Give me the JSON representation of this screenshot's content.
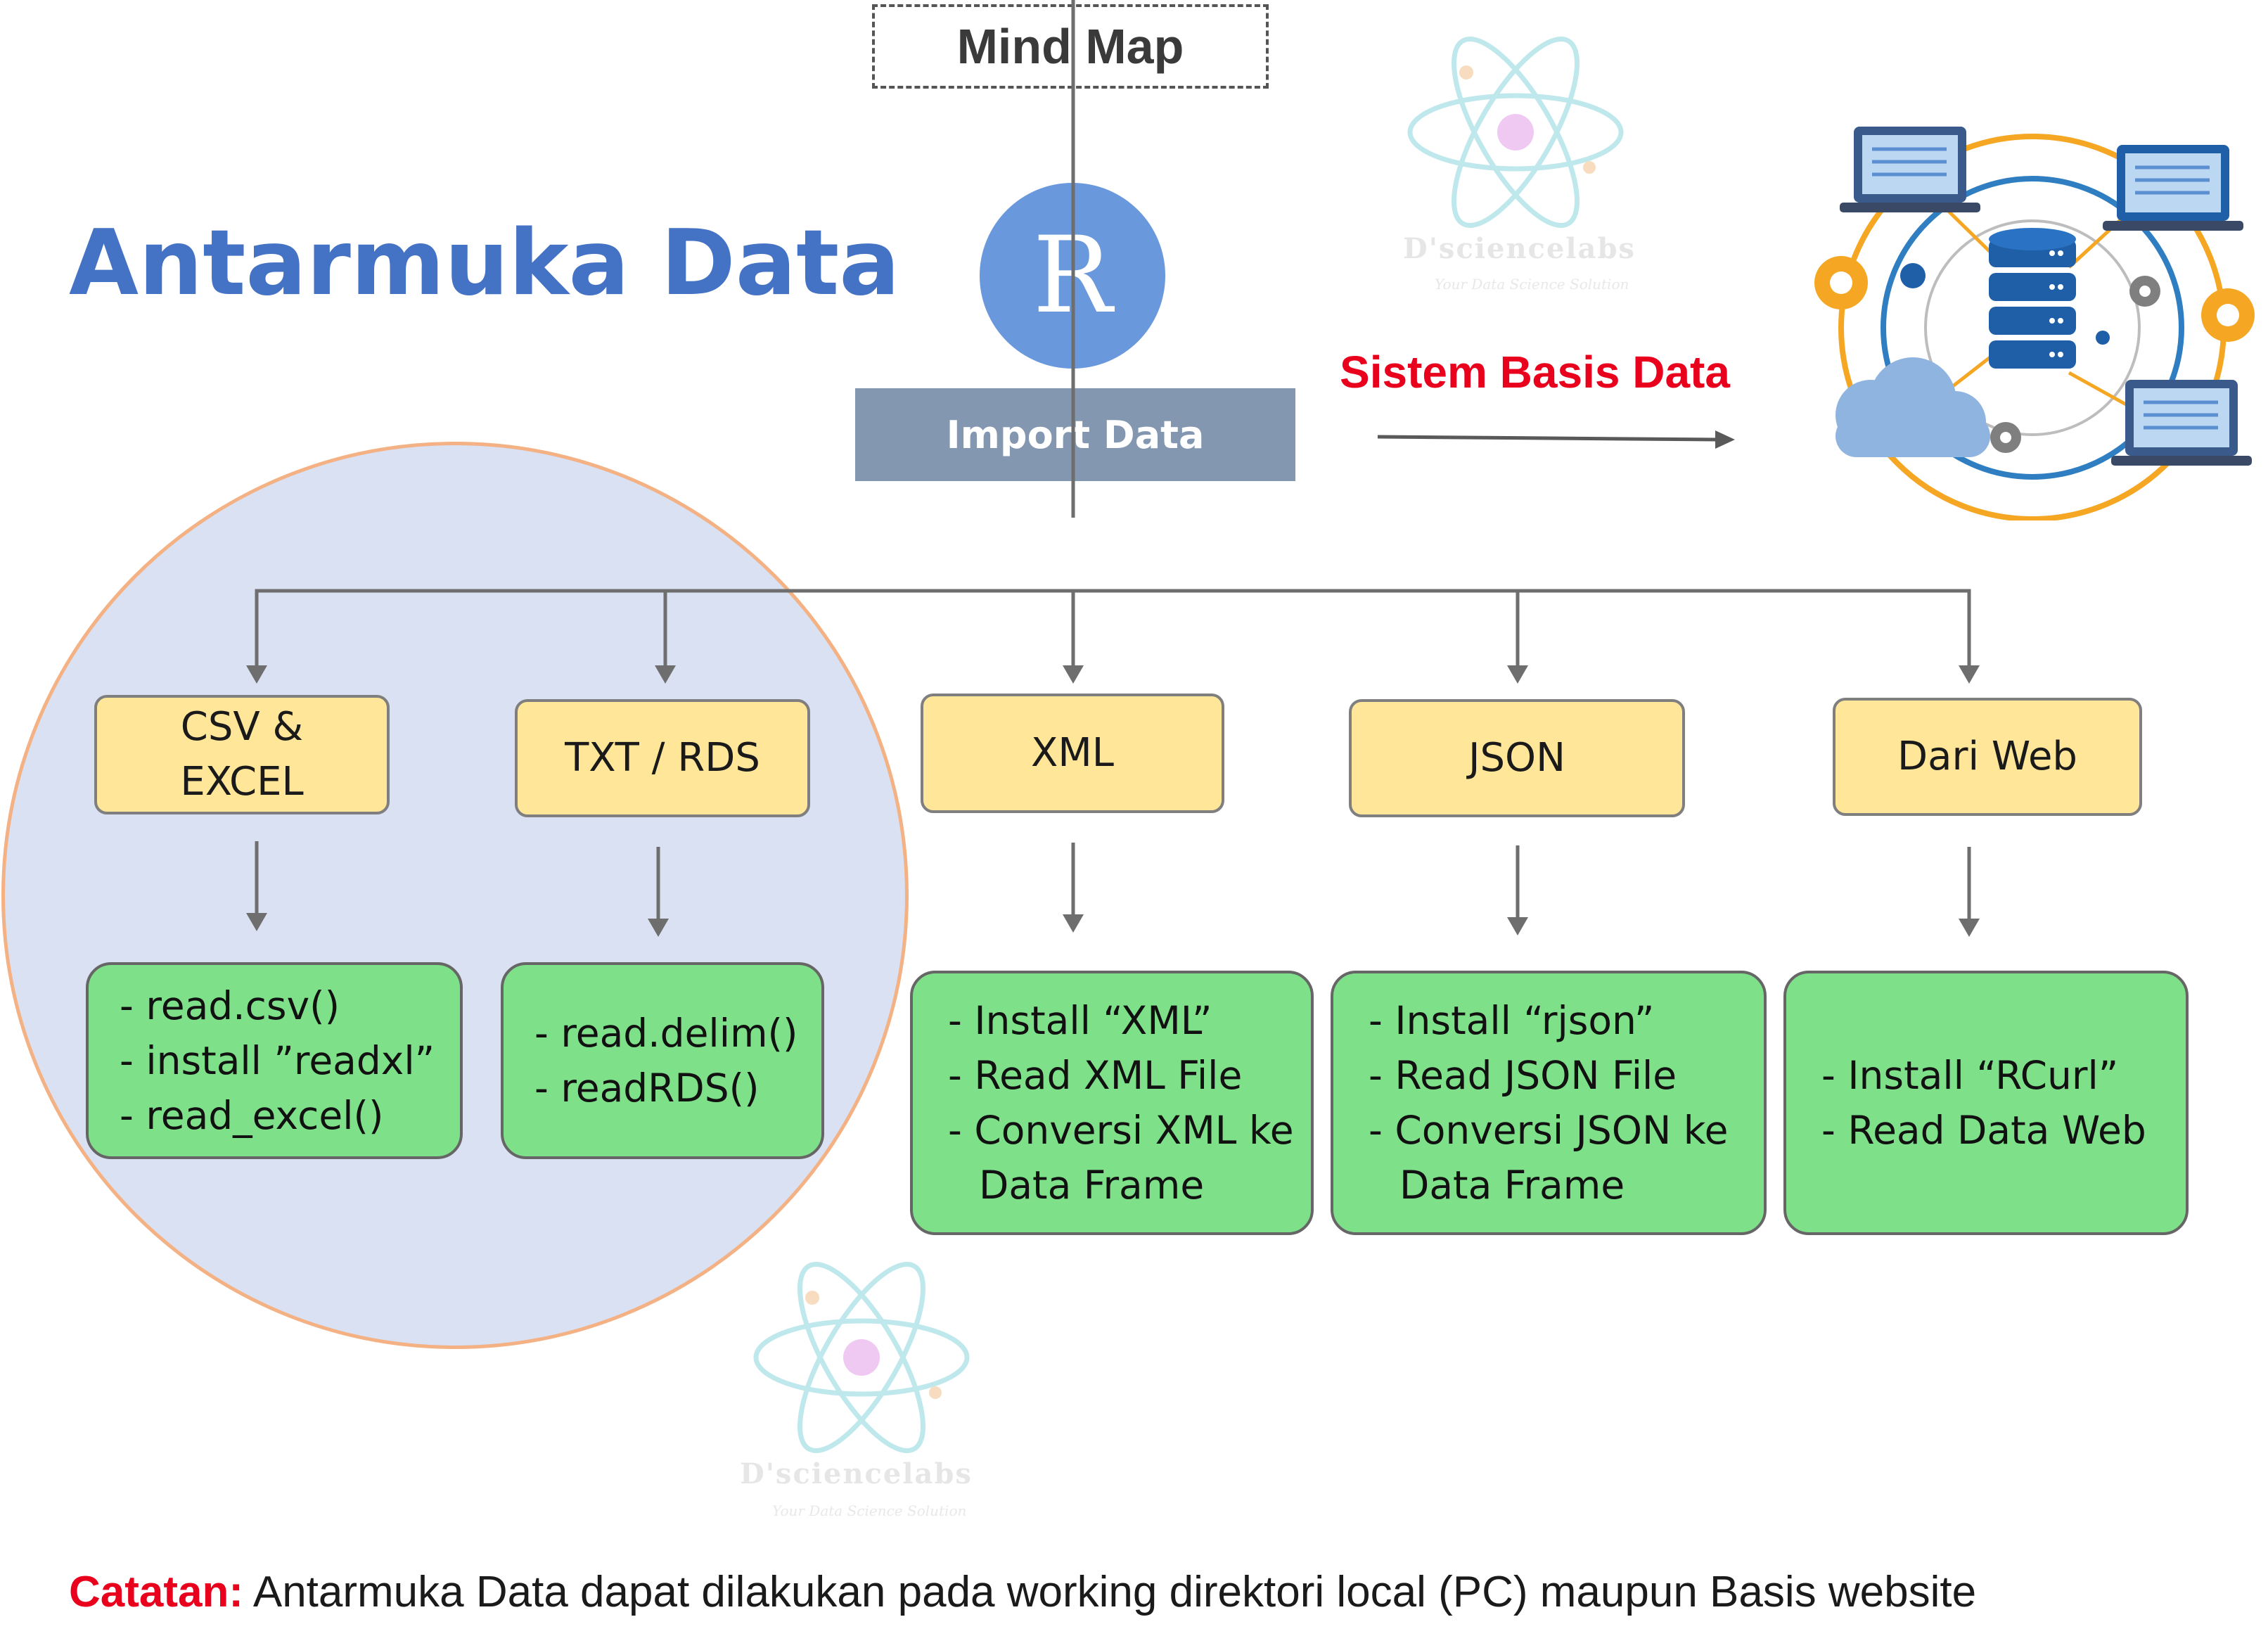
{
  "header": {
    "mind_map_label": "Mind Map"
  },
  "title": "Antarmuka Data",
  "r_logo": {
    "letter": "R"
  },
  "import_data": "Import Data",
  "sistem_basis_data": "Sistem Basis Data",
  "categories": [
    {
      "label": "CSV &\nEXCEL",
      "details": [
        "- read.csv()",
        "- install ”readxl”",
        "- read_excel()"
      ]
    },
    {
      "label": "TXT / RDS",
      "details": [
        "- read.delim()",
        "- readRDS()"
      ]
    },
    {
      "label": "XML",
      "details": [
        "- Install “XML”",
        "- Read XML File",
        "- Conversi XML ke",
        "Data Frame"
      ]
    },
    {
      "label": "JSON",
      "details": [
        "- Install “rjson”",
        "- Read JSON File",
        "- Conversi JSON ke",
        "Data Frame"
      ]
    },
    {
      "label": "Dari Web",
      "details": [
        "- Install “RCurl”",
        "- Read Data Web"
      ]
    }
  ],
  "watermark": {
    "name": "D'sciencelabs",
    "tagline": "Your Data Science Solution"
  },
  "footer": {
    "note_label": "Catatan:",
    "note_text": " Antarmuka Data dapat dilakukan pada working direktori local (PC) maupun Basis website"
  },
  "colors": {
    "title": "#4472c4",
    "accent_red": "#e8001c",
    "category_fill": "#ffe699",
    "detail_fill": "#7fe08a",
    "import_fill": "#8497b0",
    "circle_fill": "#d9e1f2",
    "circle_border": "#f4b183"
  },
  "icons": [
    "r-logo",
    "database-network-illustration",
    "atom-watermark"
  ]
}
